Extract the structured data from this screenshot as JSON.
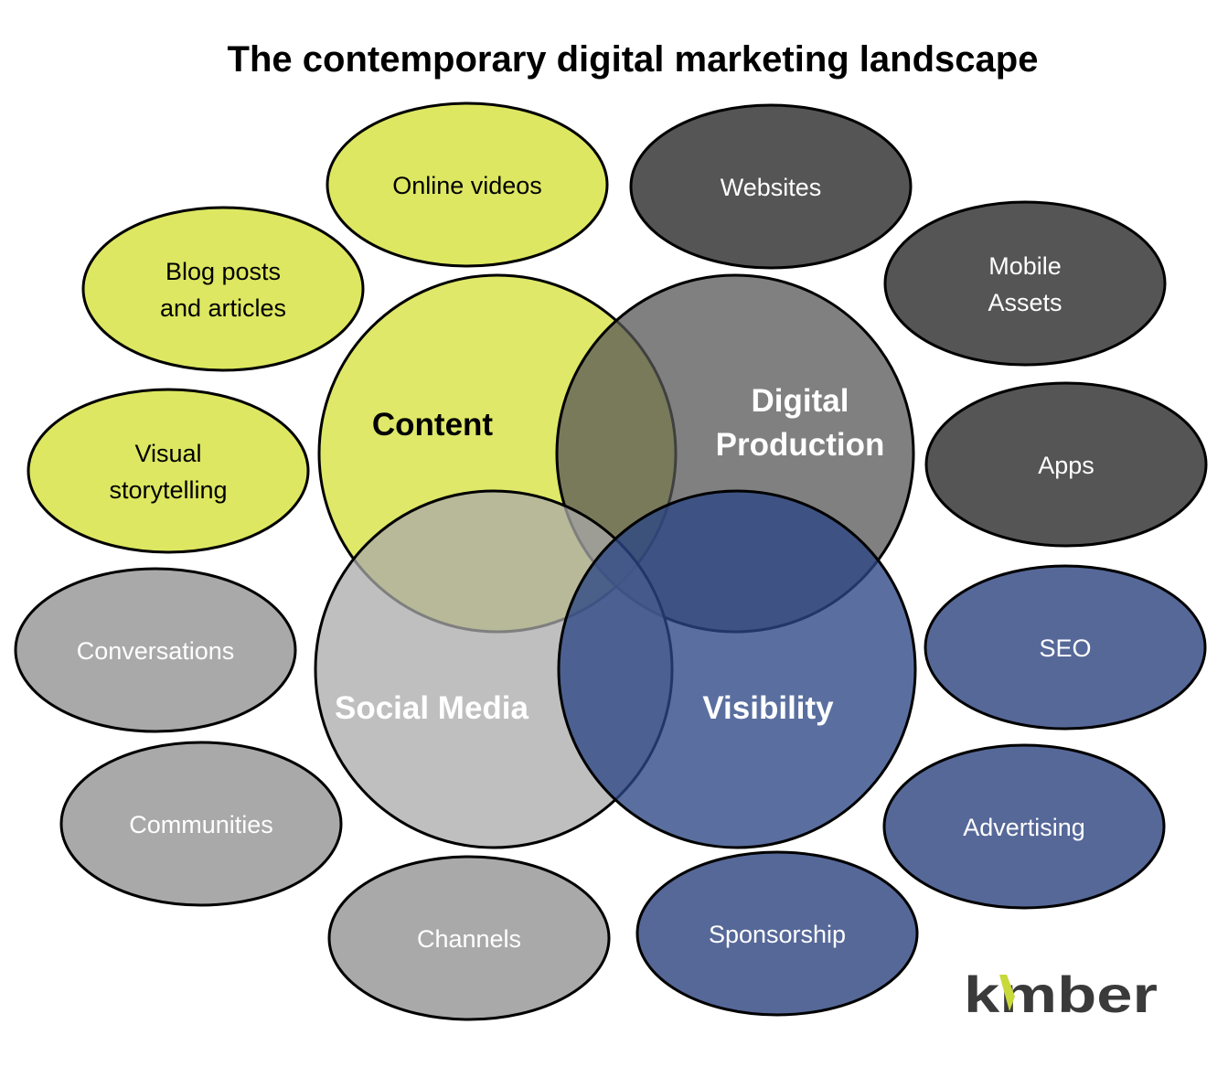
{
  "title": "The contemporary digital marketing landscape",
  "colors": {
    "content": "#dde761",
    "production": "#555555",
    "social": "#a9a9a9",
    "visibility": "#566898",
    "outline": "#000000",
    "text_dark": "#000000",
    "text_light": "#ffffff",
    "logo_text": "#3a3a3a",
    "logo_accent": "#c8d93a"
  },
  "hubs": {
    "content": "Content",
    "production_line1": "Digital",
    "production_line2": "Production",
    "social": "Social Media",
    "visibility": "Visibility"
  },
  "items": {
    "online_videos": "Online videos",
    "blog_line1": "Blog posts",
    "blog_line2": "and articles",
    "visual_line1": "Visual",
    "visual_line2": "storytelling",
    "websites": "Websites",
    "mobile_line1": "Mobile",
    "mobile_line2": "Assets",
    "apps": "Apps",
    "conversations": "Conversations",
    "communities": "Communities",
    "channels": "Channels",
    "seo": "SEO",
    "advertising": "Advertising",
    "sponsorship": "Sponsorship"
  },
  "logo": {
    "text": "kmber"
  }
}
